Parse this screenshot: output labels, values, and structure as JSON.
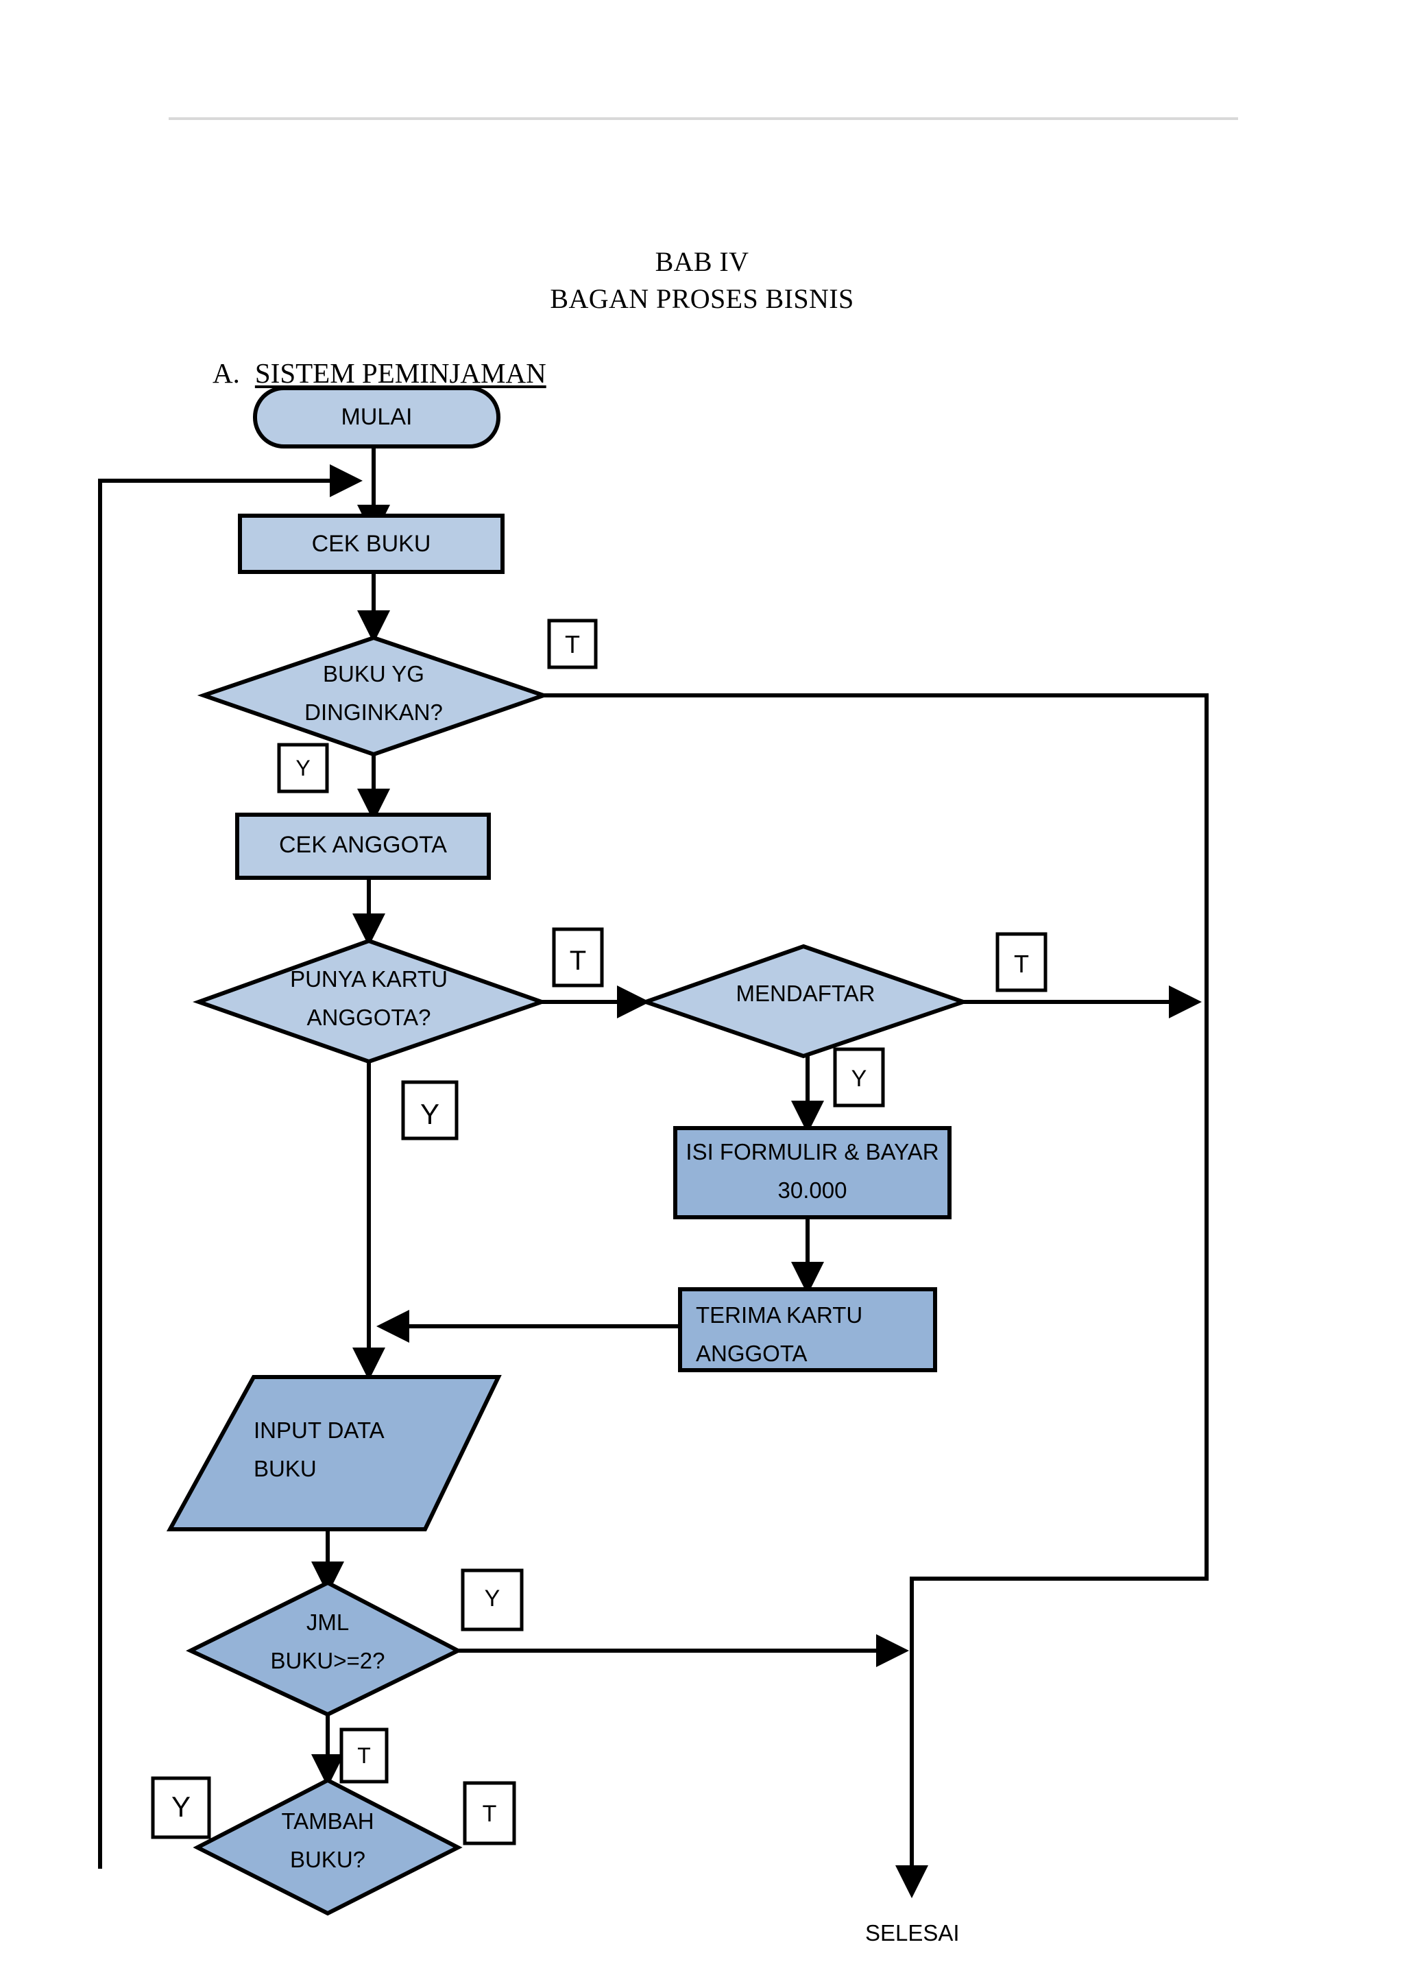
{
  "document": {
    "title_line1": "BAB IV",
    "title_line2": "BAGAN PROSES BISNIS",
    "section_letter": "A.",
    "section_label": "SISTEM PEMINJAMAN"
  },
  "colors": {
    "fill_light": "#b8cce4",
    "fill_medium": "#95b3d7",
    "stroke": "#000000",
    "header_rule": "#d9d9d9",
    "page_background": "#ffffff"
  },
  "flowchart": {
    "type": "flowchart",
    "nodes": [
      {
        "id": "mulai",
        "shape": "terminator",
        "text": "MULAI"
      },
      {
        "id": "cek-buku",
        "shape": "process",
        "text": "CEK BUKU"
      },
      {
        "id": "buku-yg-diinginkan",
        "shape": "decision",
        "text": "BUKU YG\nDINGINKAN?"
      },
      {
        "id": "cek-anggota",
        "shape": "process",
        "text": "CEK ANGGOTA"
      },
      {
        "id": "punya-kartu",
        "shape": "decision",
        "text": "PUNYA KARTU\nANGGOTA?"
      },
      {
        "id": "mendaftar",
        "shape": "decision",
        "text": "MENDAFTAR"
      },
      {
        "id": "isi-formulir",
        "shape": "process",
        "text": "ISI FORMULIR & BAYAR\n30.000"
      },
      {
        "id": "terima-kartu",
        "shape": "process",
        "text": "TERIMA KARTU\nANGGOTA"
      },
      {
        "id": "input-data-buku",
        "shape": "parallelogram",
        "text": "INPUT DATA\nBUKU"
      },
      {
        "id": "jml-buku",
        "shape": "decision",
        "text": "JML\nBUKU>=2?"
      },
      {
        "id": "tambah-buku",
        "shape": "decision",
        "text": "TAMBAH\nBUKU?"
      },
      {
        "id": "selesai",
        "shape": "text",
        "text": "SELESAI"
      }
    ],
    "edge_labels": [
      {
        "id": "label-buku-t",
        "text": "T"
      },
      {
        "id": "label-buku-y",
        "text": "Y"
      },
      {
        "id": "label-kartu-t",
        "text": "T"
      },
      {
        "id": "label-kartu-y",
        "text": "Y"
      },
      {
        "id": "label-mendaftar-t",
        "text": "T"
      },
      {
        "id": "label-mendaftar-y",
        "text": "Y"
      },
      {
        "id": "label-jml-y",
        "text": "Y"
      },
      {
        "id": "label-jml-t",
        "text": "T"
      },
      {
        "id": "label-tambah-t",
        "text": "T"
      },
      {
        "id": "label-tambah-y",
        "text": "Y"
      }
    ]
  }
}
